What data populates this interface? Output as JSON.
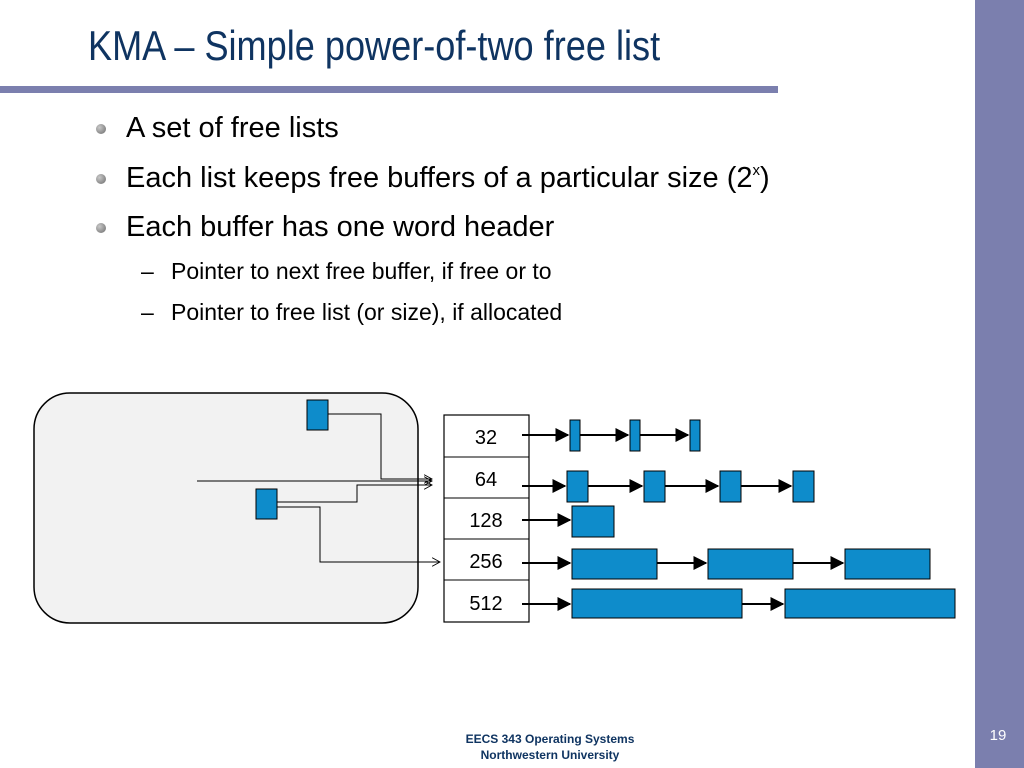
{
  "slide": {
    "title": "KMA – Simple power-of-two free list",
    "bullets": [
      "A set of free lists",
      "Each list keeps free buffers of a particular size (2",
      "Each buffer has one word header"
    ],
    "superscript": "x",
    "superscript_tail": ")",
    "sub_bullets": [
      "Pointer to next free buffer, if free or to",
      "Pointer to free list (or size), if allocated"
    ],
    "dash": "–",
    "footer": {
      "line1": "EECS 343 Operating Systems",
      "line2": "Northwestern University"
    },
    "page_number": "19"
  },
  "diagram": {
    "size_classes": [
      "32",
      "64",
      "128",
      "256",
      "512"
    ],
    "buffer_counts": [
      3,
      4,
      1,
      3,
      2
    ]
  },
  "colors": {
    "title": "#0f3461",
    "accent_bar": "#7b7fae",
    "buffer_fill": "#0e8ccb",
    "pool_fill": "#f2f2f2"
  }
}
